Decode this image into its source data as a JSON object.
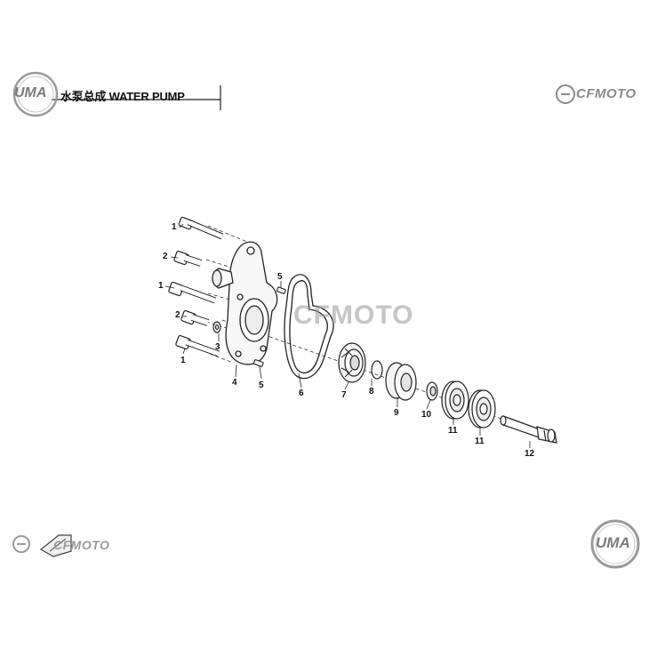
{
  "title": "水泵总成 WATER PUMP",
  "logos": {
    "uma_top_left": "UMA",
    "uma_bottom_right": "UMA",
    "cfmoto_top_right": "CFMOTO",
    "cfmoto_bottom_left": "CFMOTO",
    "cfmoto_center_watermark": "CFMOTO"
  },
  "callouts": [
    {
      "id": "c1a",
      "label": "1"
    },
    {
      "id": "c2a",
      "label": "2"
    },
    {
      "id": "c1b",
      "label": "1"
    },
    {
      "id": "c2b",
      "label": "2"
    },
    {
      "id": "c1c",
      "label": "1"
    },
    {
      "id": "c3",
      "label": "3"
    },
    {
      "id": "c4",
      "label": "4"
    },
    {
      "id": "c5a",
      "label": "5"
    },
    {
      "id": "c5b",
      "label": "5"
    },
    {
      "id": "c6",
      "label": "6"
    },
    {
      "id": "c7",
      "label": "7"
    },
    {
      "id": "c8",
      "label": "8"
    },
    {
      "id": "c9",
      "label": "9"
    },
    {
      "id": "c10",
      "label": "10"
    },
    {
      "id": "c11a",
      "label": "11"
    },
    {
      "id": "c11b",
      "label": "11"
    },
    {
      "id": "c12",
      "label": "12"
    }
  ]
}
